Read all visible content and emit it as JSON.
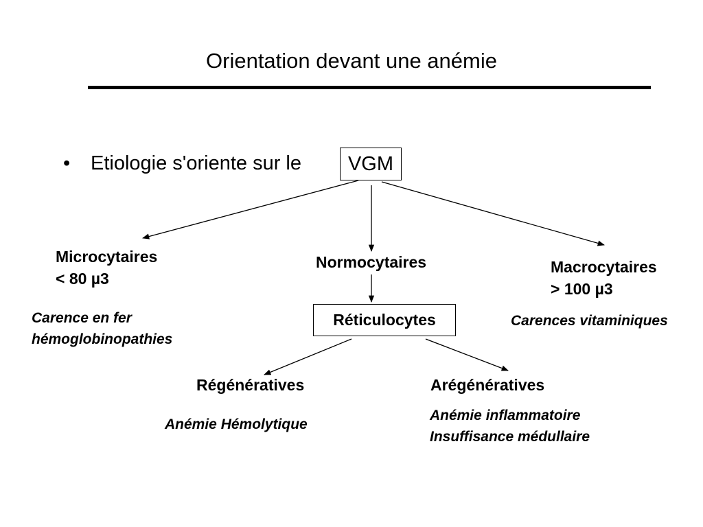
{
  "title": "Orientation devant une anémie",
  "bullet": {
    "marker": "•",
    "text": "Etiologie s'oriente sur le",
    "boxed": "VGM"
  },
  "nodes": {
    "micro": {
      "line1": "Microcytaires",
      "line2": "< 80 µ3"
    },
    "normo": {
      "line1": "Normocytaires"
    },
    "macro": {
      "line1": "Macrocytaires",
      "line2": "> 100 µ3"
    },
    "reticulocytes": "Réticulocytes",
    "regen": "Régénératives",
    "aregen": "Arégénératives"
  },
  "causes": {
    "micro": [
      "Carence en fer",
      "hémoglobinopathies"
    ],
    "macro": "Carences vitaminiques",
    "regen": "Anémie Hémolytique",
    "aregen": [
      "Anémie inflammatoire",
      "Insuffisance médullaire"
    ]
  }
}
